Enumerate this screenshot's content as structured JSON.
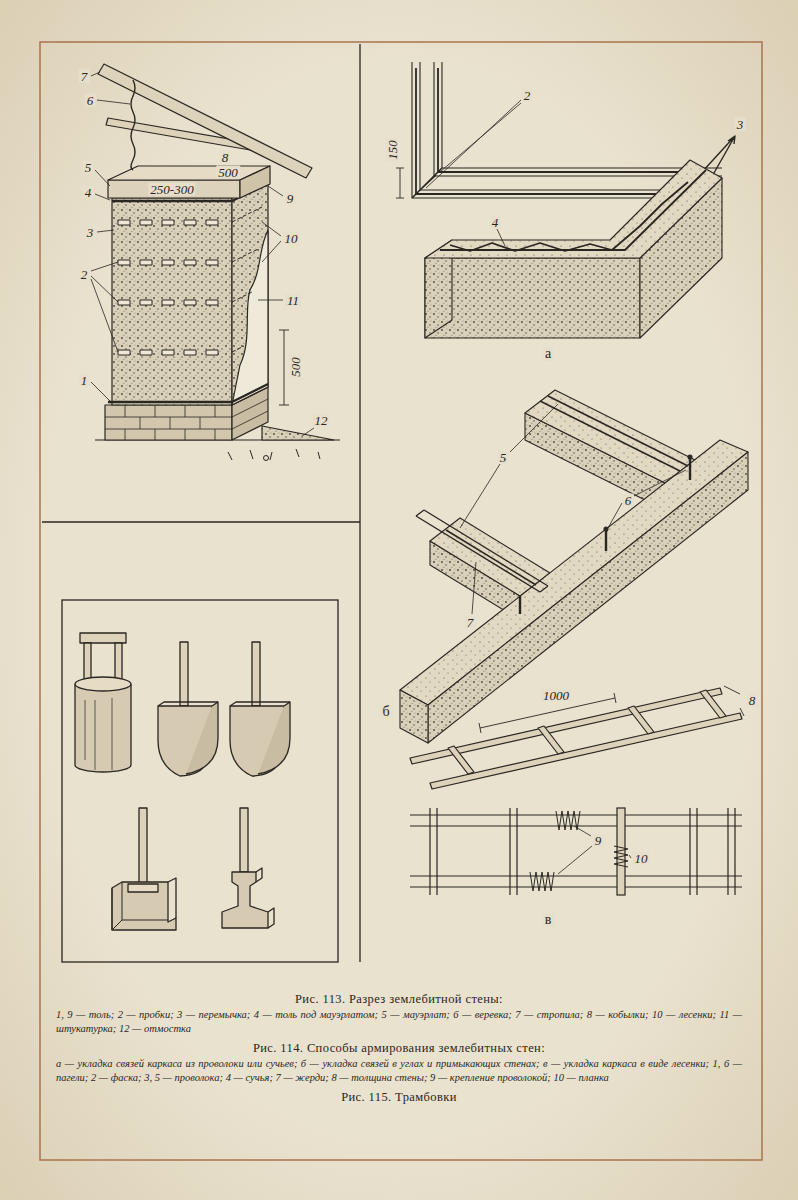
{
  "diagram": {
    "labels": [
      "7",
      "6",
      "8",
      "5",
      "4",
      "250-300",
      "500",
      "9",
      "3",
      "10",
      "2",
      "11",
      "1",
      "500",
      "12",
      "2",
      "3",
      "150",
      "4",
      "а",
      "5",
      "6",
      "7",
      "б",
      "1000",
      "8",
      "9",
      "10",
      "в",
      "Рис. 113. Разрез землебитной стены:",
      "1, 9 — толь; 2 — пробки; 3 — перемычка; 4 — толь под мауэрлатом; 5 — мауэрлат; 6 — веревка; 7 — стропила; 8 — кобылки; 10 — лесенки; 11 — штукатурка; 12 — отмостка",
      "Рис. 114. Способы армирования землебитных стен:",
      "а — укладка связей каркаса из проволоки или сучьев; б — укладка связей в углах и примыкающих стенах; в — укладка каркаса в виде лесенки; 1, 6 — пагели; 2 — фаска; 3, 5 — проволока; 4 — сучья; 7 — жерди; 8 — толщина стены; 9 — крепление проволокой; 10 — планка",
      "Рис. 115. Трамбовки"
    ]
  }
}
